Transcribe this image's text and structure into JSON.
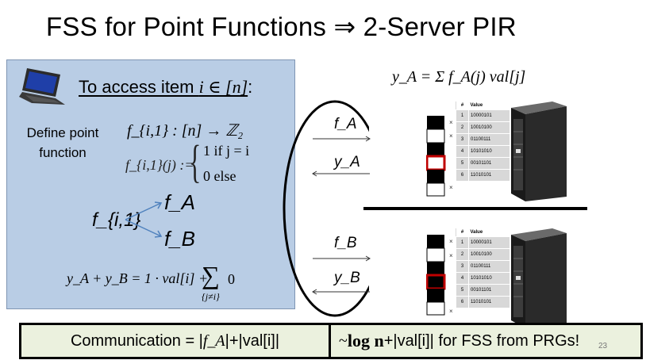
{
  "slide": {
    "title": "FSS for Point Functions ⇒ 2-Server PIR",
    "page_number": "23"
  },
  "left_panel": {
    "access_heading_prefix": "To access item ",
    "access_heading_math": "i ∈ [n]",
    "access_heading_suffix": ":",
    "define_label_line1": "Define point",
    "define_label_line2": "function",
    "signature": "f_{i,1} : [n] → ℤ₂",
    "def_lhs": "f_{i,1}(j) :=",
    "case1": "1 if j = i",
    "case2": "0 else",
    "split_source": "f_{i,1}",
    "split_a": "f_A",
    "split_b": "f_B",
    "sum_equation": "y_A + y_B = 1 · val[i] +",
    "sum_symbol": "∑",
    "sum_subscript": "{j≠i}",
    "sum_tail": "0"
  },
  "middle": {
    "ya_formula": "y_A = Σ f_A(j) val[j]",
    "fa_label": "f_A",
    "ya_label": "y_A",
    "fb_label": "f_B",
    "yb_label": "y_B"
  },
  "database": {
    "header_num": "#",
    "header_value": "Value",
    "rows": [
      {
        "num": "1",
        "value": "10000101"
      },
      {
        "num": "2",
        "value": "10010100"
      },
      {
        "num": "3",
        "value": "01100111"
      },
      {
        "num": "4",
        "value": "10101010"
      },
      {
        "num": "5",
        "value": "00101101"
      },
      {
        "num": "6",
        "value": "11010101"
      }
    ],
    "x_mark": "×"
  },
  "bottom_bar": {
    "left_prefix": "Communication  = |",
    "left_fa": "f_A",
    "left_suffix": "|+|val[i]|",
    "right_tilde": "~ ",
    "right_log": "log n",
    "right_suffix": " +|val[i]| for FSS from PRGs!"
  },
  "colors": {
    "panel_bg": "#b9cde5",
    "bottom_bg": "#ebf1de",
    "selected_outline": "#c00000",
    "arrow_blue": "#4f81bd"
  }
}
